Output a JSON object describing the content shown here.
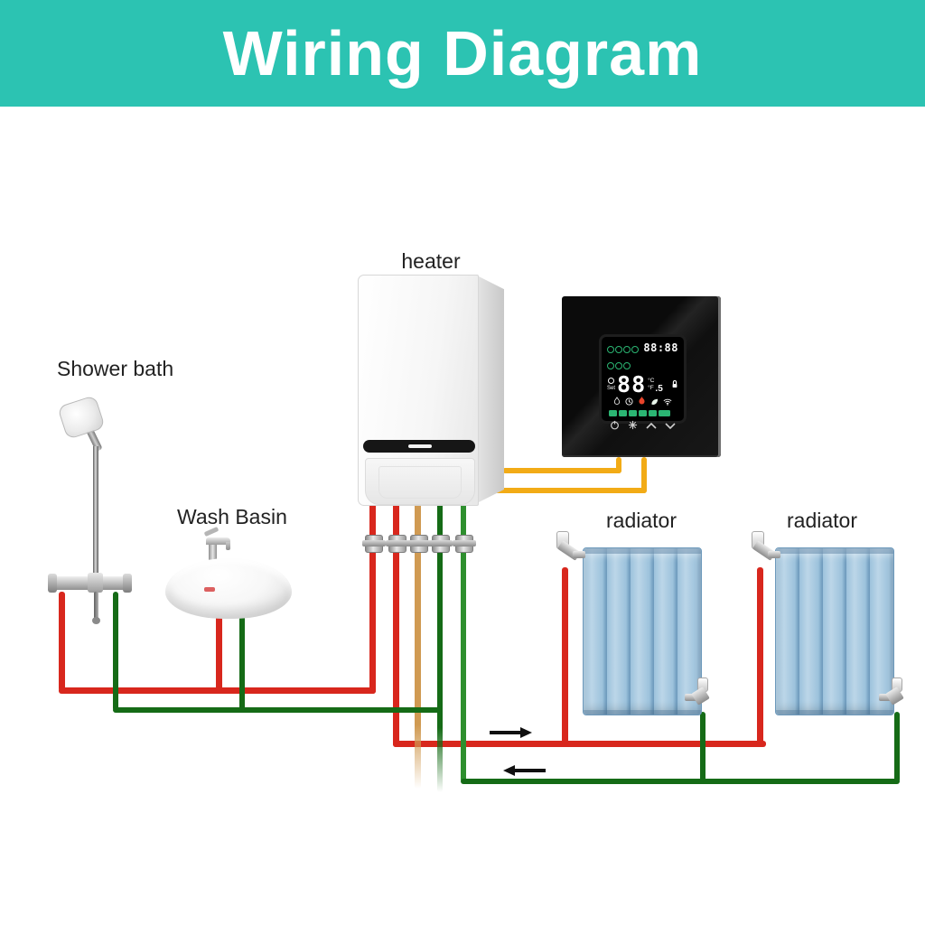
{
  "header": {
    "title": "Wiring Diagram"
  },
  "labels": {
    "heater": "heater",
    "shower_bath": "Shower bath",
    "wash_basin": "Wash Basin",
    "radiator_left": "radiator",
    "radiator_right": "radiator"
  },
  "thermostat": {
    "time": "88:88",
    "set_label": "Set",
    "temp": "88",
    "temp_decimal": ".5",
    "unit_celsius": "°C",
    "unit_fahrenheit": "°F"
  },
  "icons": {
    "day-indicator-icon": "css-circle",
    "clock-icon": "svg-clock",
    "flame-icon": "svg-flame-outline",
    "heat-flame-icon": "svg-flame-filled",
    "leaf-icon": "svg-leaf",
    "wifi-icon": "svg-wifi",
    "lock-icon": "svg-lock",
    "period-cell-icon": "css-green-cell",
    "power-icon": "svg-power",
    "fan-icon": "svg-asterisk",
    "chevron-up-icon": "svg-chevron-up",
    "chevron-down-icon": "svg-chevron-down",
    "flow-right-arrow": "svg-arrow-right",
    "flow-left-arrow": "svg-arrow-left"
  },
  "colors": {
    "header_bg": "#2cc3b2",
    "title_text": "#ffffff",
    "label_text": "#222222",
    "wire_red": "#d8271d",
    "wire_green": "#156b16",
    "wire_green_bright": "#2e8f2e",
    "wire_orange": "#d09a52",
    "wire_yellow": "#f2ab16",
    "radiator_blue": "#9cc2dc",
    "radiator_blue_dark": "#7ba6c6",
    "lcd_green": "#2bb673",
    "lcd_flame_red": "#e8442a",
    "arrow_black": "#101010"
  }
}
